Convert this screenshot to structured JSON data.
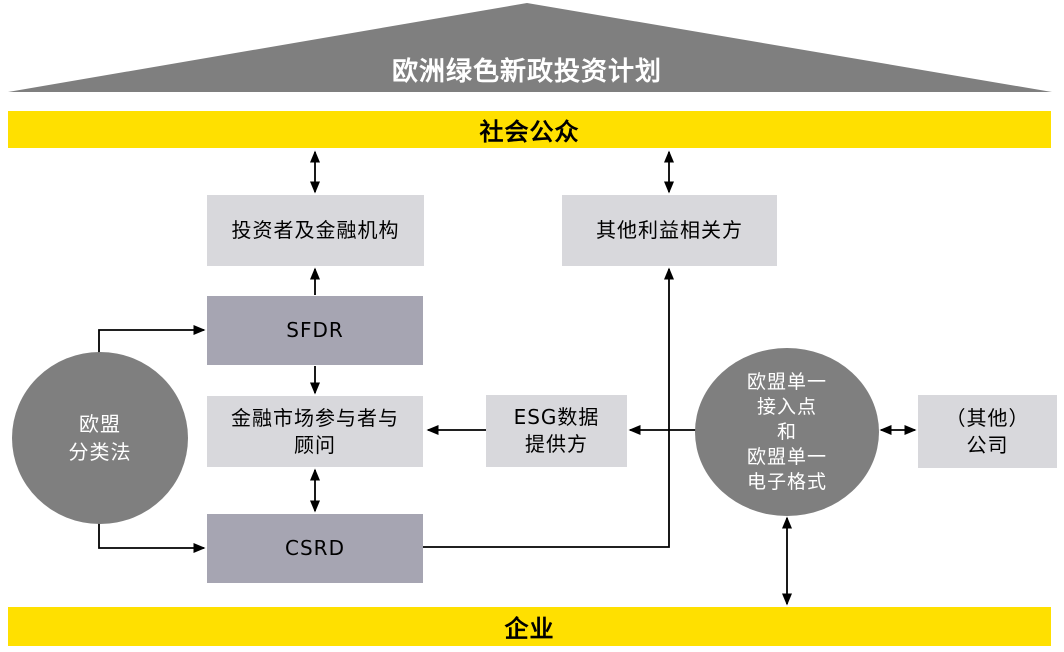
{
  "roof": {
    "title": "欧洲绿色新政投资计划"
  },
  "bars": {
    "public": "社会公众",
    "business": "企业"
  },
  "nodes": {
    "investors": {
      "label": "投资者及金融机构"
    },
    "stakeholders": {
      "label": "其他利益相关方"
    },
    "sfdr": {
      "label": "SFDR"
    },
    "fmp": {
      "line1": "金融市场参与者与",
      "line2": "顾问"
    },
    "esg": {
      "line1": "ESG数据",
      "line2": "提供方"
    },
    "csrd": {
      "label": "CSRD"
    },
    "eu_taxonomy": {
      "line1": "欧盟",
      "line2": "分类法"
    },
    "esap": {
      "lines": [
        "欧盟单一",
        "接入点",
        "和",
        "欧盟单一",
        "电子格式"
      ]
    },
    "other_company": {
      "line1": "（其他）",
      "line2": "公司"
    }
  },
  "colors": {
    "roof_gray": "#7f7f7f",
    "circle_gray": "#7f7f7f",
    "box_light": "#d8d8dc",
    "box_dark": "#a6a5b2",
    "bar_yellow": "#ffe000",
    "connector_black": "#000000",
    "roof_text": "#ffffff"
  }
}
